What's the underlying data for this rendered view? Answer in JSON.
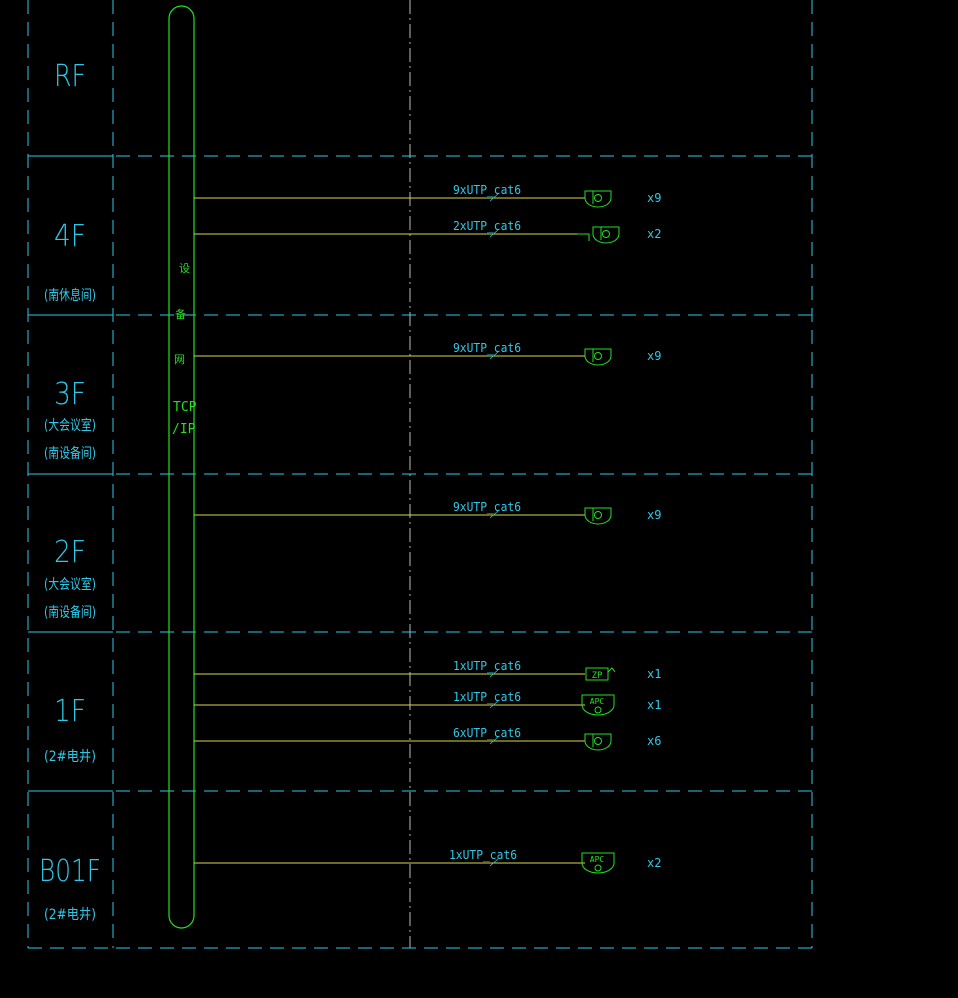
{
  "floors": [
    {
      "name": "RF",
      "subs": [],
      "links": []
    },
    {
      "name": "4F",
      "subs": [
        "(南休息间)"
      ],
      "links": [
        {
          "cable": "9xUTP_cat6",
          "device": "camera",
          "count": "x9"
        },
        {
          "cable": "2xUTP_cat6",
          "device": "camera-bracket",
          "count": "x2"
        }
      ]
    },
    {
      "name": "3F",
      "subs": [
        "(大会议室)",
        "(南设备间)"
      ],
      "links": [
        {
          "cable": "9xUTP_cat6",
          "device": "camera",
          "count": "x9"
        }
      ]
    },
    {
      "name": "2F",
      "subs": [
        "(大会议室)",
        "(南设备间)"
      ],
      "links": [
        {
          "cable": "9xUTP_cat6",
          "device": "camera",
          "count": "x9"
        }
      ]
    },
    {
      "name": "1F",
      "subs": [
        "(2#电井)"
      ],
      "links": [
        {
          "cable": "1xUTP_cat6",
          "device": "zp-box",
          "count": "x1"
        },
        {
          "cable": "1xUTP_cat6",
          "device": "apc-camera",
          "count": "x1"
        },
        {
          "cable": "6xUTP_cat6",
          "device": "camera",
          "count": "x6"
        }
      ]
    },
    {
      "name": "B01F",
      "subs": [
        "(2#电井)"
      ],
      "links": [
        {
          "cable": "1xUTP_cat6",
          "device": "apc-camera",
          "count": "x2"
        }
      ]
    }
  ],
  "backbone": {
    "label_chars": [
      "设",
      "备",
      "网"
    ],
    "protocol_lines": [
      "TCP",
      "/IP"
    ]
  },
  "symbols": {
    "zp": "ZP",
    "apc": "APC"
  },
  "colors": {
    "frame": "#2ec8e8",
    "backbone": "#22e022",
    "cable": "#d8d84a",
    "device": "#22e022"
  }
}
